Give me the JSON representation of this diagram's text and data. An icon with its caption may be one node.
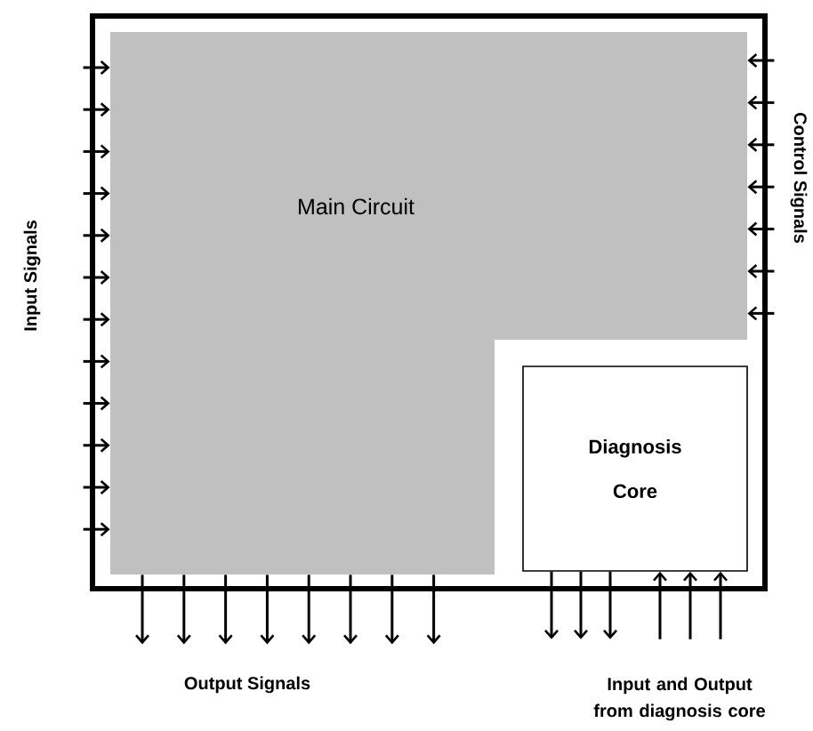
{
  "diagram": {
    "nodes": [
      {
        "text": [],
        "shape": "box"
      },
      {
        "text": [
          "Main Circuit"
        ],
        "in": 0
      },
      {
        "text": [
          "Diagnosis Core"
        ],
        "in": 0
      }
    ],
    "edges": [
      {
        "from": null,
        "to": 1,
        "arrow": "to"
      },
      {
        "from": null,
        "to": 1,
        "arrow": "to"
      },
      {
        "from": null,
        "to": 1,
        "arrow": "to"
      },
      {
        "from": null,
        "to": 1,
        "arrow": "to"
      },
      {
        "from": null,
        "to": 1,
        "arrow": "to"
      },
      {
        "from": null,
        "to": 1,
        "arrow": "to"
      },
      {
        "from": null,
        "to": 1,
        "arrow": "to"
      },
      {
        "from": null,
        "to": 1,
        "arrow": "to"
      },
      {
        "from": null,
        "to": 1,
        "arrow": "to"
      },
      {
        "from": null,
        "to": 1,
        "arrow": "to"
      },
      {
        "from": null,
        "to": 1,
        "arrow": "to"
      },
      {
        "from": null,
        "to": 1,
        "arrow": "to"
      },
      {
        "from": null,
        "to": 1,
        "arrow": "to"
      },
      {
        "from": null,
        "to": 1,
        "arrow": "to"
      },
      {
        "from": null,
        "to": 1,
        "arrow": "to"
      },
      {
        "from": null,
        "to": 1,
        "arrow": "to"
      },
      {
        "from": null,
        "to": 1,
        "arrow": "to"
      },
      {
        "from": null,
        "to": 1,
        "arrow": "to"
      },
      {
        "from": null,
        "to": 1,
        "arrow": "to"
      },
      {
        "from": 1,
        "to": null,
        "arrow": "to"
      },
      {
        "from": 1,
        "to": null,
        "arrow": "to"
      },
      {
        "from": 1,
        "to": null,
        "arrow": "to"
      },
      {
        "from": 1,
        "to": null,
        "arrow": "to"
      },
      {
        "from": 1,
        "to": null,
        "arrow": "to"
      },
      {
        "from": 1,
        "to": null,
        "arrow": "to"
      },
      {
        "from": 1,
        "to": null,
        "arrow": "to"
      },
      {
        "from": 1,
        "to": null,
        "arrow": "to"
      },
      {
        "from": 2,
        "to": null,
        "arrow": "to"
      },
      {
        "from": 2,
        "to": null,
        "arrow": "to"
      },
      {
        "from": 2,
        "to": null,
        "arrow": "to"
      },
      {
        "from": null,
        "to": 2,
        "arrow": "to"
      },
      {
        "from": null,
        "to": 2,
        "arrow": "to"
      },
      {
        "from": null,
        "to": 2,
        "arrow": "to"
      }
    ],
    "labels": [
      "Input Signals",
      "Control Signals",
      "Output Signals",
      "Input and Output from diagnosis core"
    ]
  }
}
